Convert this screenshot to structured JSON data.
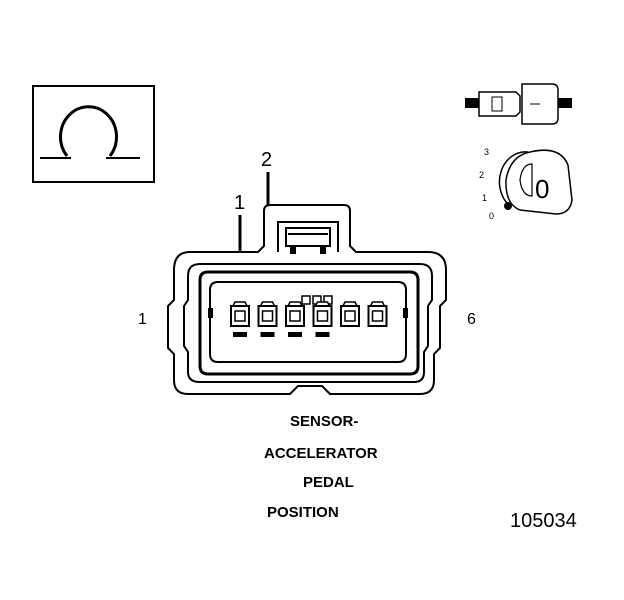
{
  "symbol": {
    "glyph": "Ω",
    "name": "ohm-symbol-icon"
  },
  "connector": {
    "end_label_left": "1",
    "end_label_right": "6",
    "leader_labels": [
      "2",
      "1"
    ],
    "cavity_count": 6
  },
  "title_lines": [
    "SENSOR-",
    "ACCELERATOR",
    "PEDAL",
    "POSITION"
  ],
  "figure_number": "105034",
  "inset": {
    "scale_labels": [
      "3",
      "2",
      "1",
      "0"
    ],
    "position_value": "0"
  }
}
